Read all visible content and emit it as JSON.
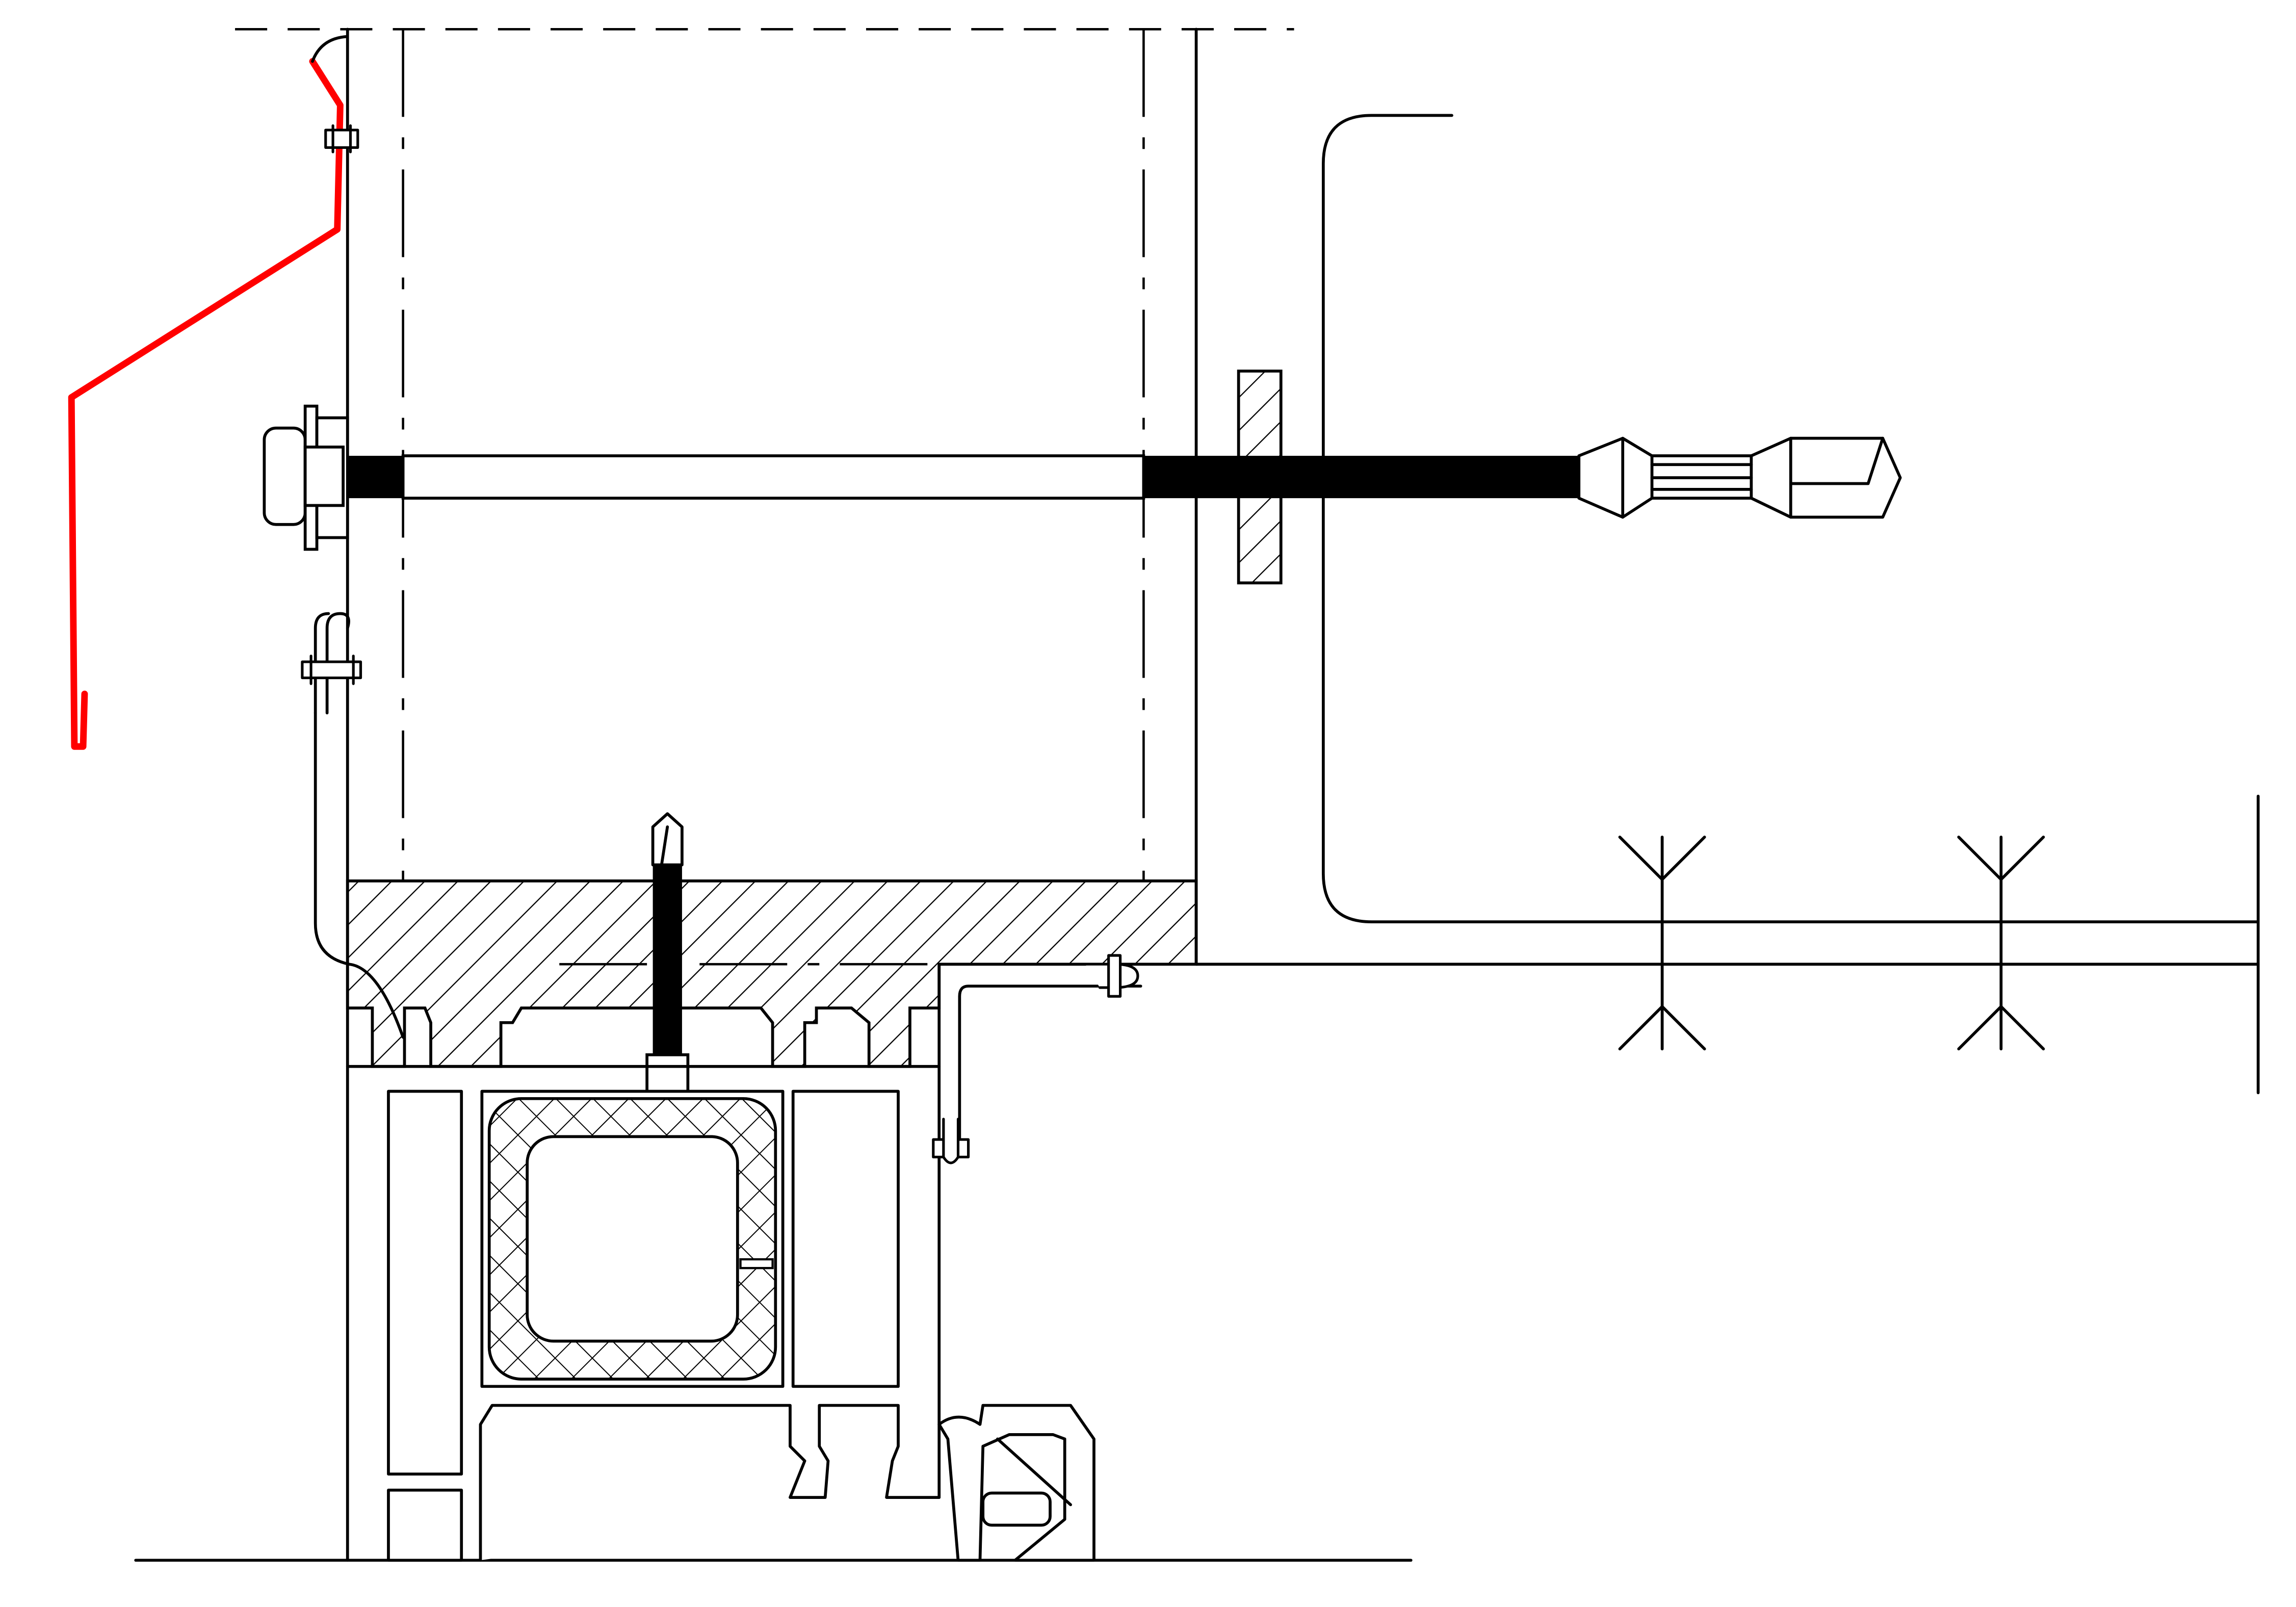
{
  "colors": {
    "line": "#000000",
    "flashing": "#ff0000",
    "background": "#ffffff",
    "fill": "#000000"
  },
  "parts": {
    "flashing_profile": "red-flashing",
    "anchor_bolt": "frame-anchor-bolt",
    "drill_screw": "self-drilling-screw",
    "window_frame": "window-frame-profile",
    "steel_reinforcement": "steel-reinforcement-tube",
    "wall_board": "wall-board",
    "sill": "hatched-sill",
    "spacer_block": "packing-block"
  }
}
